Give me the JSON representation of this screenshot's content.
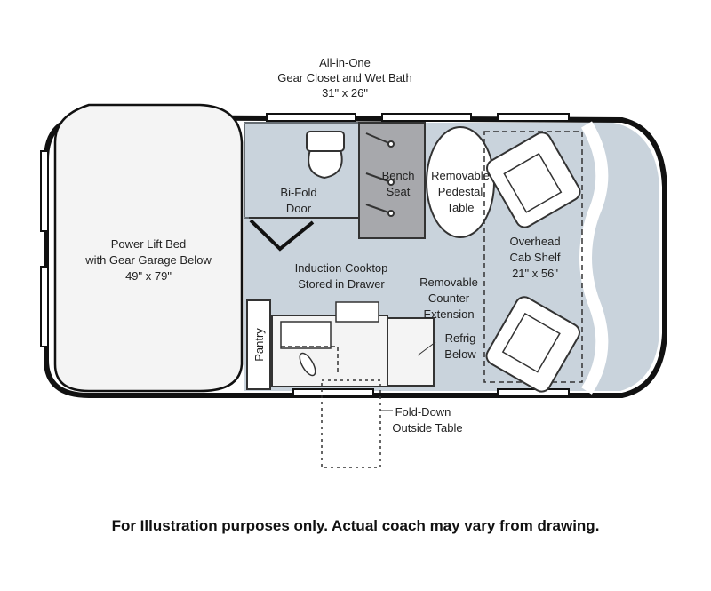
{
  "labels": {
    "gear_closet": [
      "All-in-One",
      "Gear Closet and Wet Bath",
      "31\" x 26\""
    ],
    "bi_fold_door": [
      "Bi-Fold",
      "Door"
    ],
    "bench_seat": [
      "Bench",
      "Seat"
    ],
    "pedestal_table": [
      "Removable",
      "Pedestal",
      "Table"
    ],
    "power_lift_bed": [
      "Power Lift Bed",
      "with Gear Garage Below",
      "49\" x 79\""
    ],
    "overhead_shelf": [
      "Overhead",
      "Cab Shelf",
      "21\" x 56\""
    ],
    "cooktop": [
      "Induction Cooktop",
      "Stored in Drawer"
    ],
    "counter_extension": [
      "Removable",
      "Counter",
      "Extension"
    ],
    "refrig": [
      "Refrig",
      "Below"
    ],
    "pantry": "Pantry",
    "outside_table": [
      "Fold-Down",
      "Outside Table"
    ]
  },
  "disclaimer": "For Illustration purposes only.  Actual coach may vary from drawing.",
  "colors": {
    "floor": "#c9d3dc",
    "furniture": "#f4f4f4",
    "bench": "#a7a8ac",
    "outline": "#111111"
  }
}
